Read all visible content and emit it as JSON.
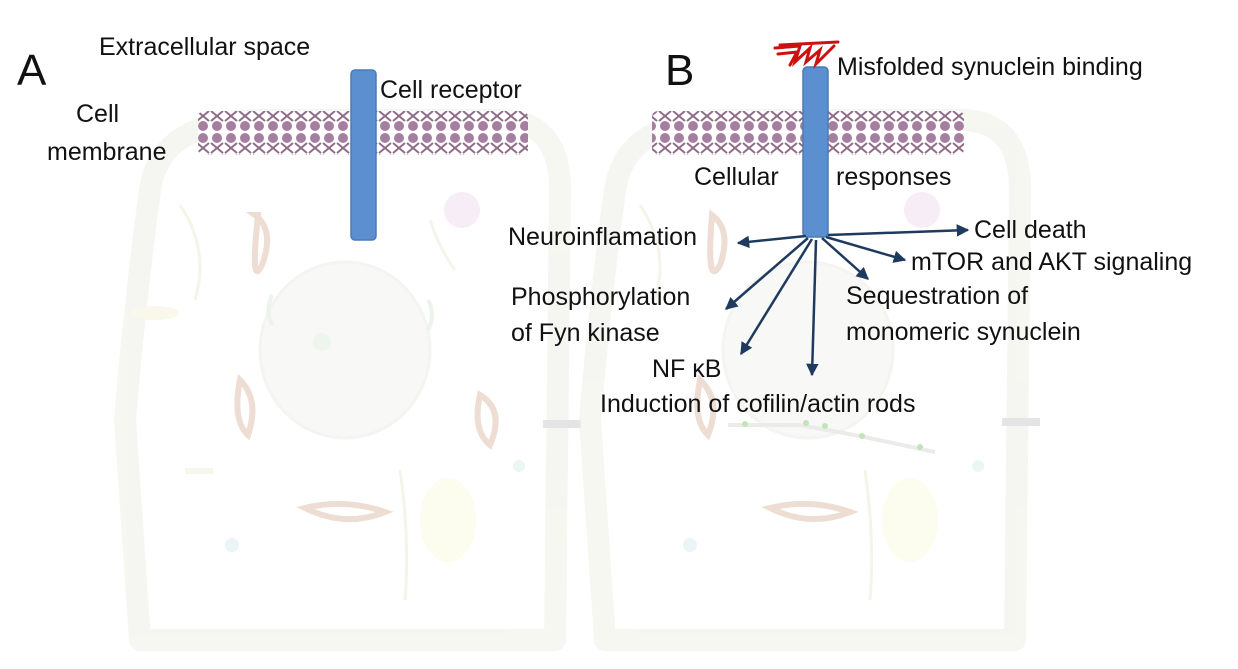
{
  "panel_a": {
    "letter": "A",
    "labels": {
      "extracellular_space": "Extracellular space",
      "cell_receptor": "Cell receptor",
      "cell_line1": "Cell",
      "cell_line2": "membrane"
    }
  },
  "panel_b": {
    "letter": "B",
    "labels": {
      "misfolded_binding": "Misfolded synuclein binding",
      "cellular": "Cellular",
      "responses": "responses",
      "cell_death": "Cell death",
      "mtor_akt": "mTOR and AKT signaling",
      "sequestration_line1": "Sequestration of",
      "sequestration_line2": "monomeric synuclein",
      "neuroinflamation": "Neuroinflamation",
      "phosphorylation_line1": "Phosphorylation",
      "phosphorylation_line2": "of Fyn kinase",
      "nfkb": "NF κB",
      "cofilin": "Induction of cofilin/actin rods"
    }
  },
  "colors": {
    "receptor": "#5b8fd0",
    "membrane": "#a67fa0",
    "arrows": "#1f3a5f",
    "aggregate": "#cc1111",
    "cell_outline": "#f0f1e8"
  }
}
